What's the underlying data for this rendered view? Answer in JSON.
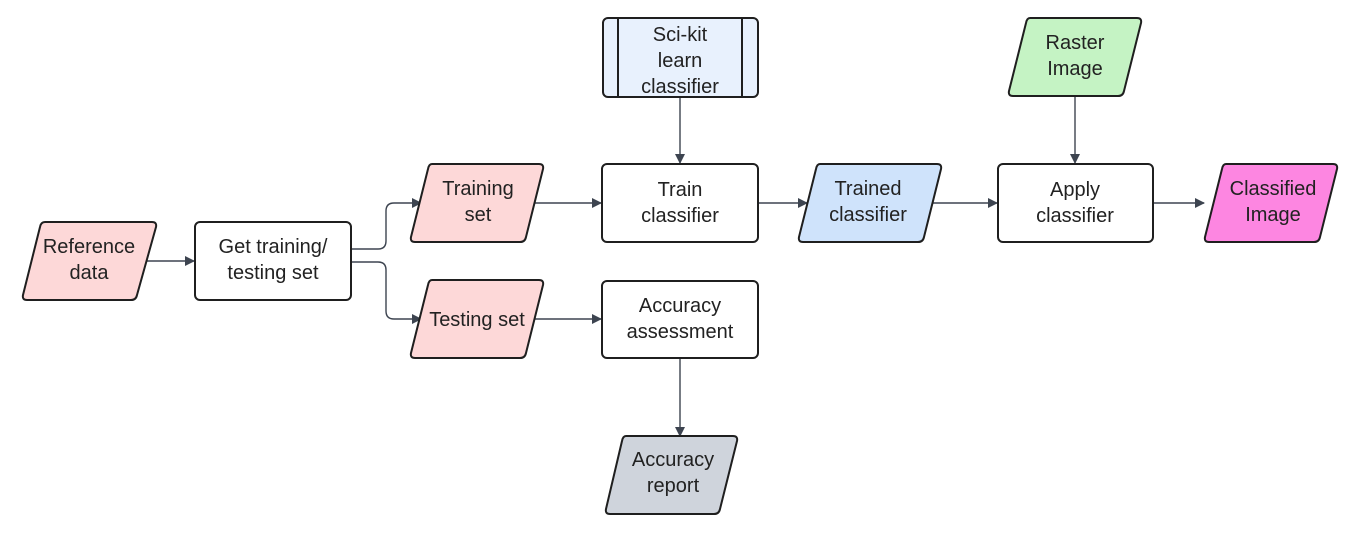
{
  "nodes": {
    "reference_data": {
      "lines": [
        "Reference",
        "data"
      ],
      "fill": "#fdd8d8"
    },
    "get_sets": {
      "lines": [
        "Get training/",
        "testing set"
      ],
      "fill": "#ffffff"
    },
    "training_set": {
      "lines": [
        "Training",
        "set"
      ],
      "fill": "#fdd8d8"
    },
    "testing_set": {
      "lines": [
        "Testing set"
      ],
      "fill": "#fdd8d8"
    },
    "sklearn": {
      "lines": [
        "Sci-kit",
        "learn",
        "classifier"
      ],
      "fill": "#e8f1fd"
    },
    "train_classifier": {
      "lines": [
        "Train",
        "classifier"
      ],
      "fill": "#ffffff"
    },
    "accuracy_assessment": {
      "lines": [
        "Accuracy",
        "assessment"
      ],
      "fill": "#ffffff"
    },
    "accuracy_report": {
      "lines": [
        "Accuracy",
        "report"
      ],
      "fill": "#cfd4dc"
    },
    "trained_classifier": {
      "lines": [
        "Trained",
        "classifier"
      ],
      "fill": "#cfe3fb"
    },
    "raster_image": {
      "lines": [
        "Raster",
        "Image"
      ],
      "fill": "#c5f3c4"
    },
    "apply_classifier": {
      "lines": [
        "Apply",
        "classifier"
      ],
      "fill": "#ffffff"
    },
    "classified_image": {
      "lines": [
        "Classified",
        "Image"
      ],
      "fill": "#fd86e1"
    }
  },
  "colors": {
    "edge": "#3d4450",
    "stroke": "#1f1f1f",
    "text": "#222222"
  }
}
